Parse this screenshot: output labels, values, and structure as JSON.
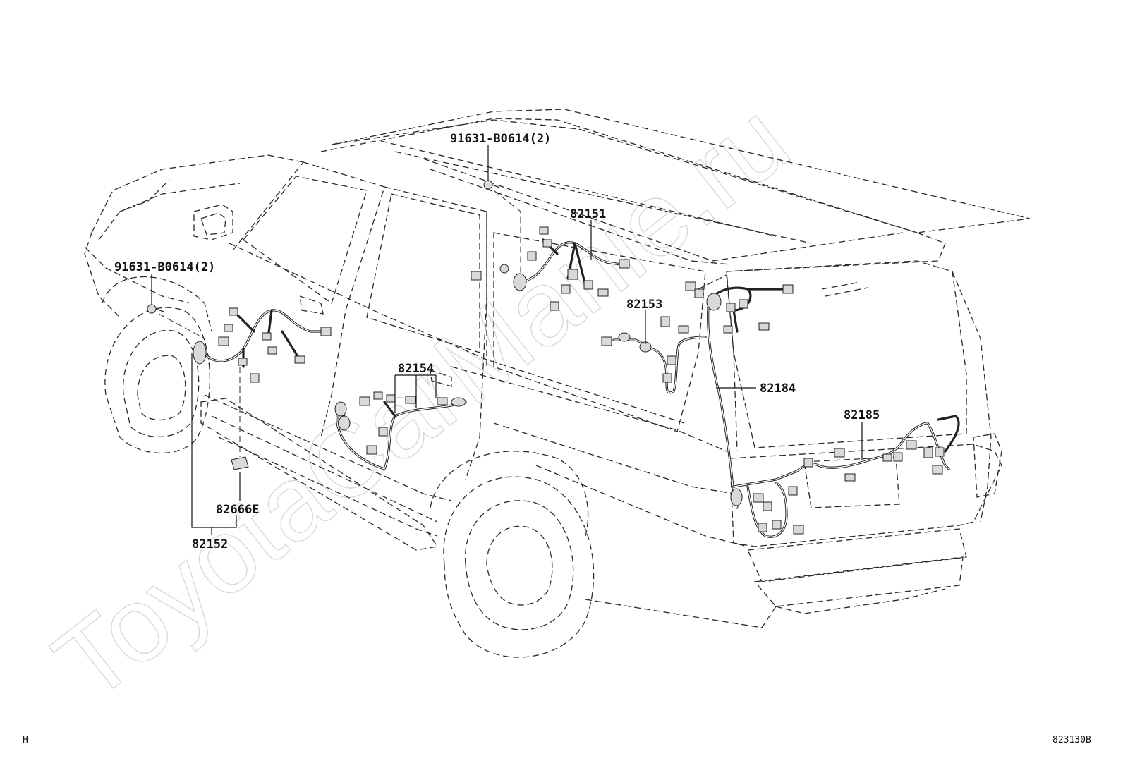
{
  "watermark": "ToyotaCarManie.ru",
  "labels": {
    "clip_upper": "91631-B0614(2)",
    "clip_left": "91631-B0614(2)",
    "p82151": "82151",
    "p82153": "82153",
    "p82154": "82154",
    "p82184": "82184",
    "p82185": "82185",
    "p82666e": "82666E",
    "p82152": "82152"
  },
  "corner_left": "H",
  "corner_right": "823130B",
  "colors": {
    "ink": "#2a2a2a",
    "connector_fill": "#d9d9d9",
    "watermark": "#cfcfcf"
  }
}
